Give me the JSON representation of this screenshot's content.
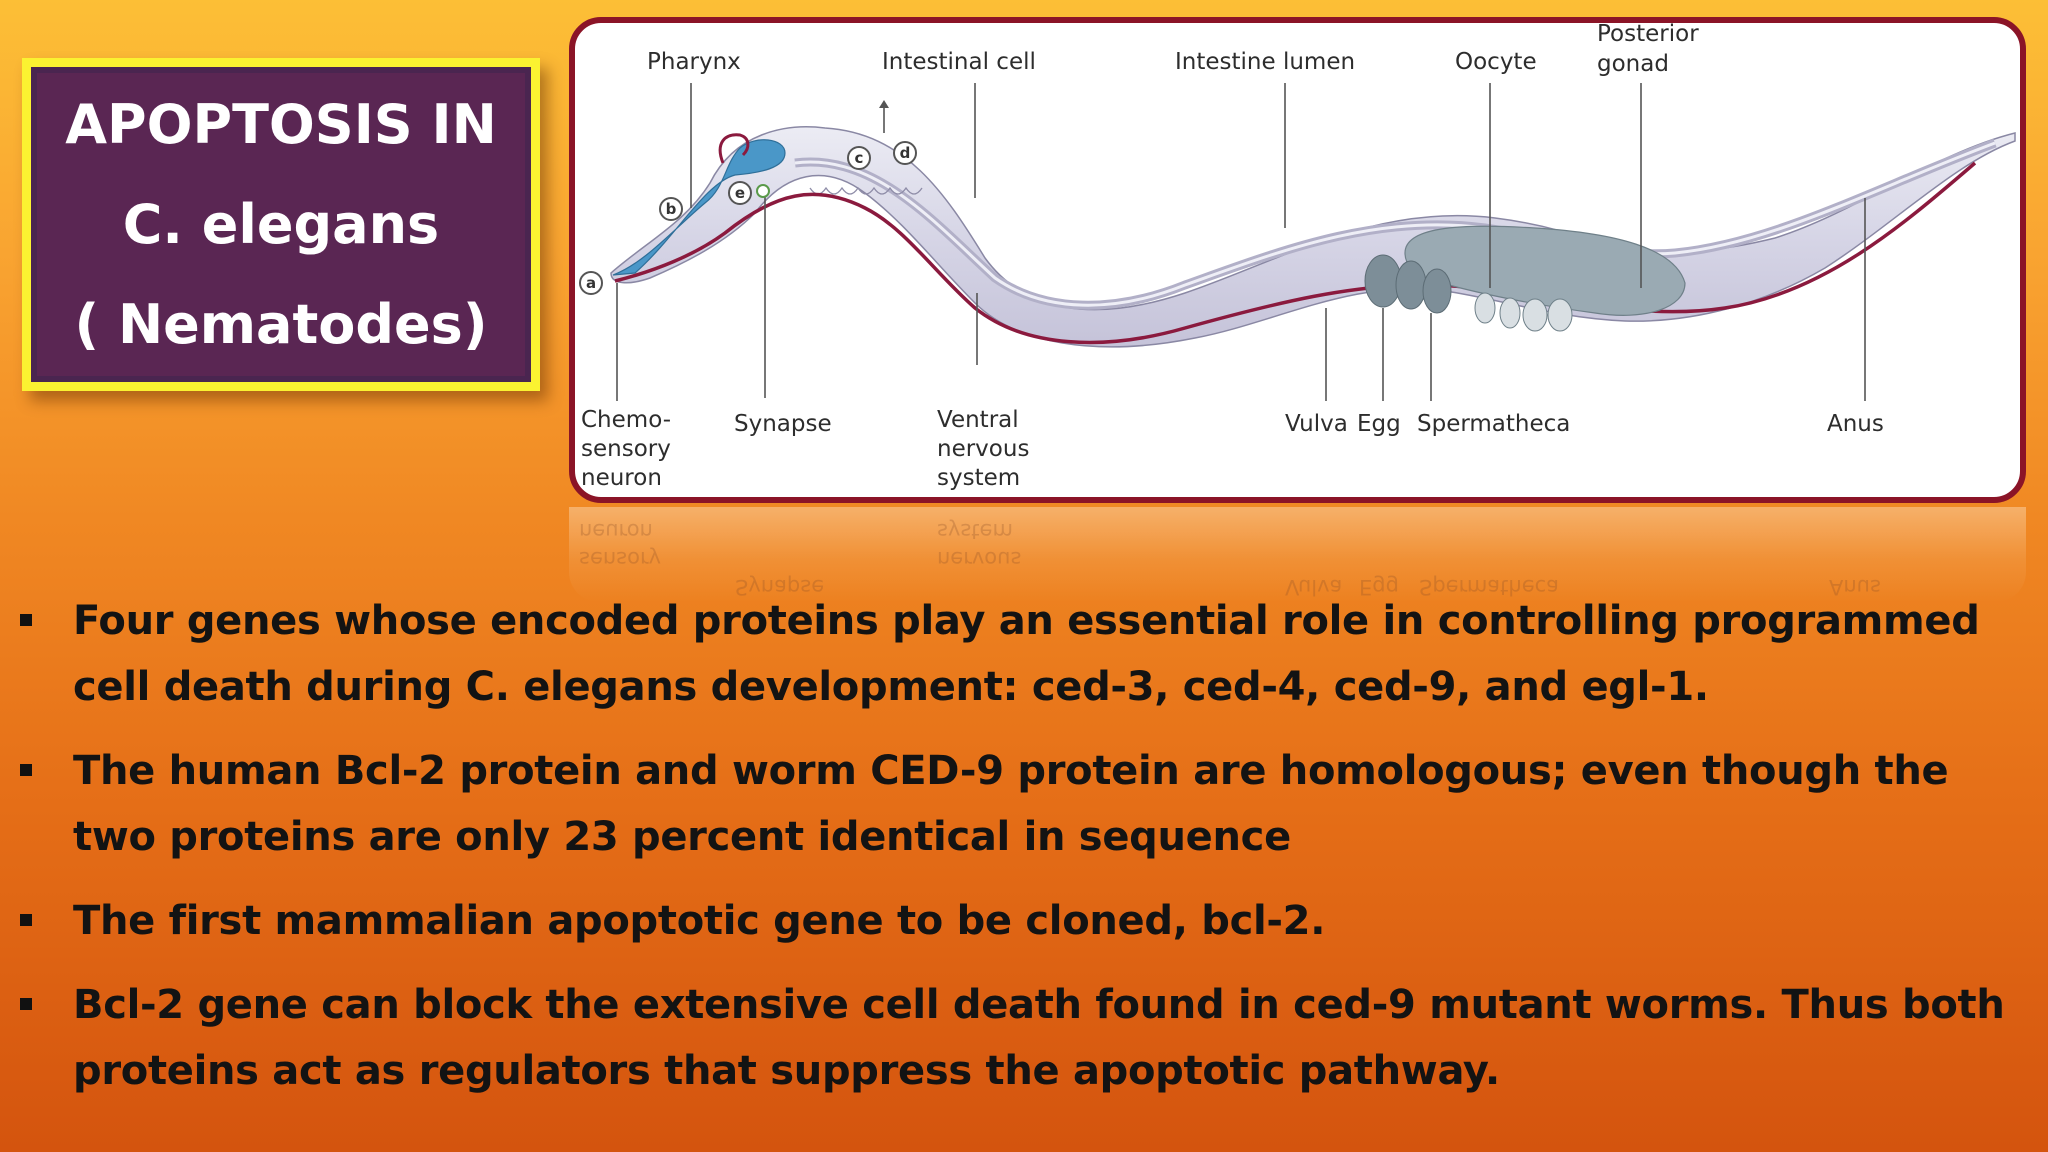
{
  "title": {
    "line1": "APOPTOSIS IN",
    "line2": "C. elegans",
    "line3": "( Nematodes)"
  },
  "diagram": {
    "labels": {
      "pharynx": "Pharynx",
      "intestinal_cell": "Intestinal cell",
      "intestine_lumen": "Intestine lumen",
      "oocyte": "Oocyte",
      "posterior_gonad_1": "Posterior",
      "posterior_gonad_2": "gonad",
      "chemosensory_1": "Chemo-",
      "chemosensory_2": "sensory",
      "chemosensory_3": "neuron",
      "synapse": "Synapse",
      "ventral_1": "Ventral",
      "ventral_2": "nervous",
      "ventral_3": "system",
      "vulva": "Vulva",
      "egg": "Egg",
      "spermatheca": "Spermatheca",
      "anus": "Anus"
    },
    "markers": [
      "a",
      "b",
      "c",
      "d",
      "e"
    ],
    "colors": {
      "body": "#dcdcea",
      "nerve": "#8b1a3e",
      "pharynx": "#4a97c8",
      "gonad": "#9aaab3",
      "border": "#8b1427"
    }
  },
  "bullets": [
    {
      "text": "Four genes whose encoded proteins play an essential role in controlling programmed cell death during C. elegans development: ced-3, ced-4, ced-9, and egl-1."
    },
    {
      "text": "The human Bcl-2 protein and worm CED-9 protein are homologous; even though the two proteins are only 23 percent identical in sequence"
    },
    {
      "text": "The first mammalian apoptotic gene to be cloned, bcl-2."
    },
    {
      "text": "Bcl-2 gene can block the extensive cell death found in ced-9 mutant worms. Thus both proteins act as regulators that suppress the apoptotic pathway."
    }
  ]
}
